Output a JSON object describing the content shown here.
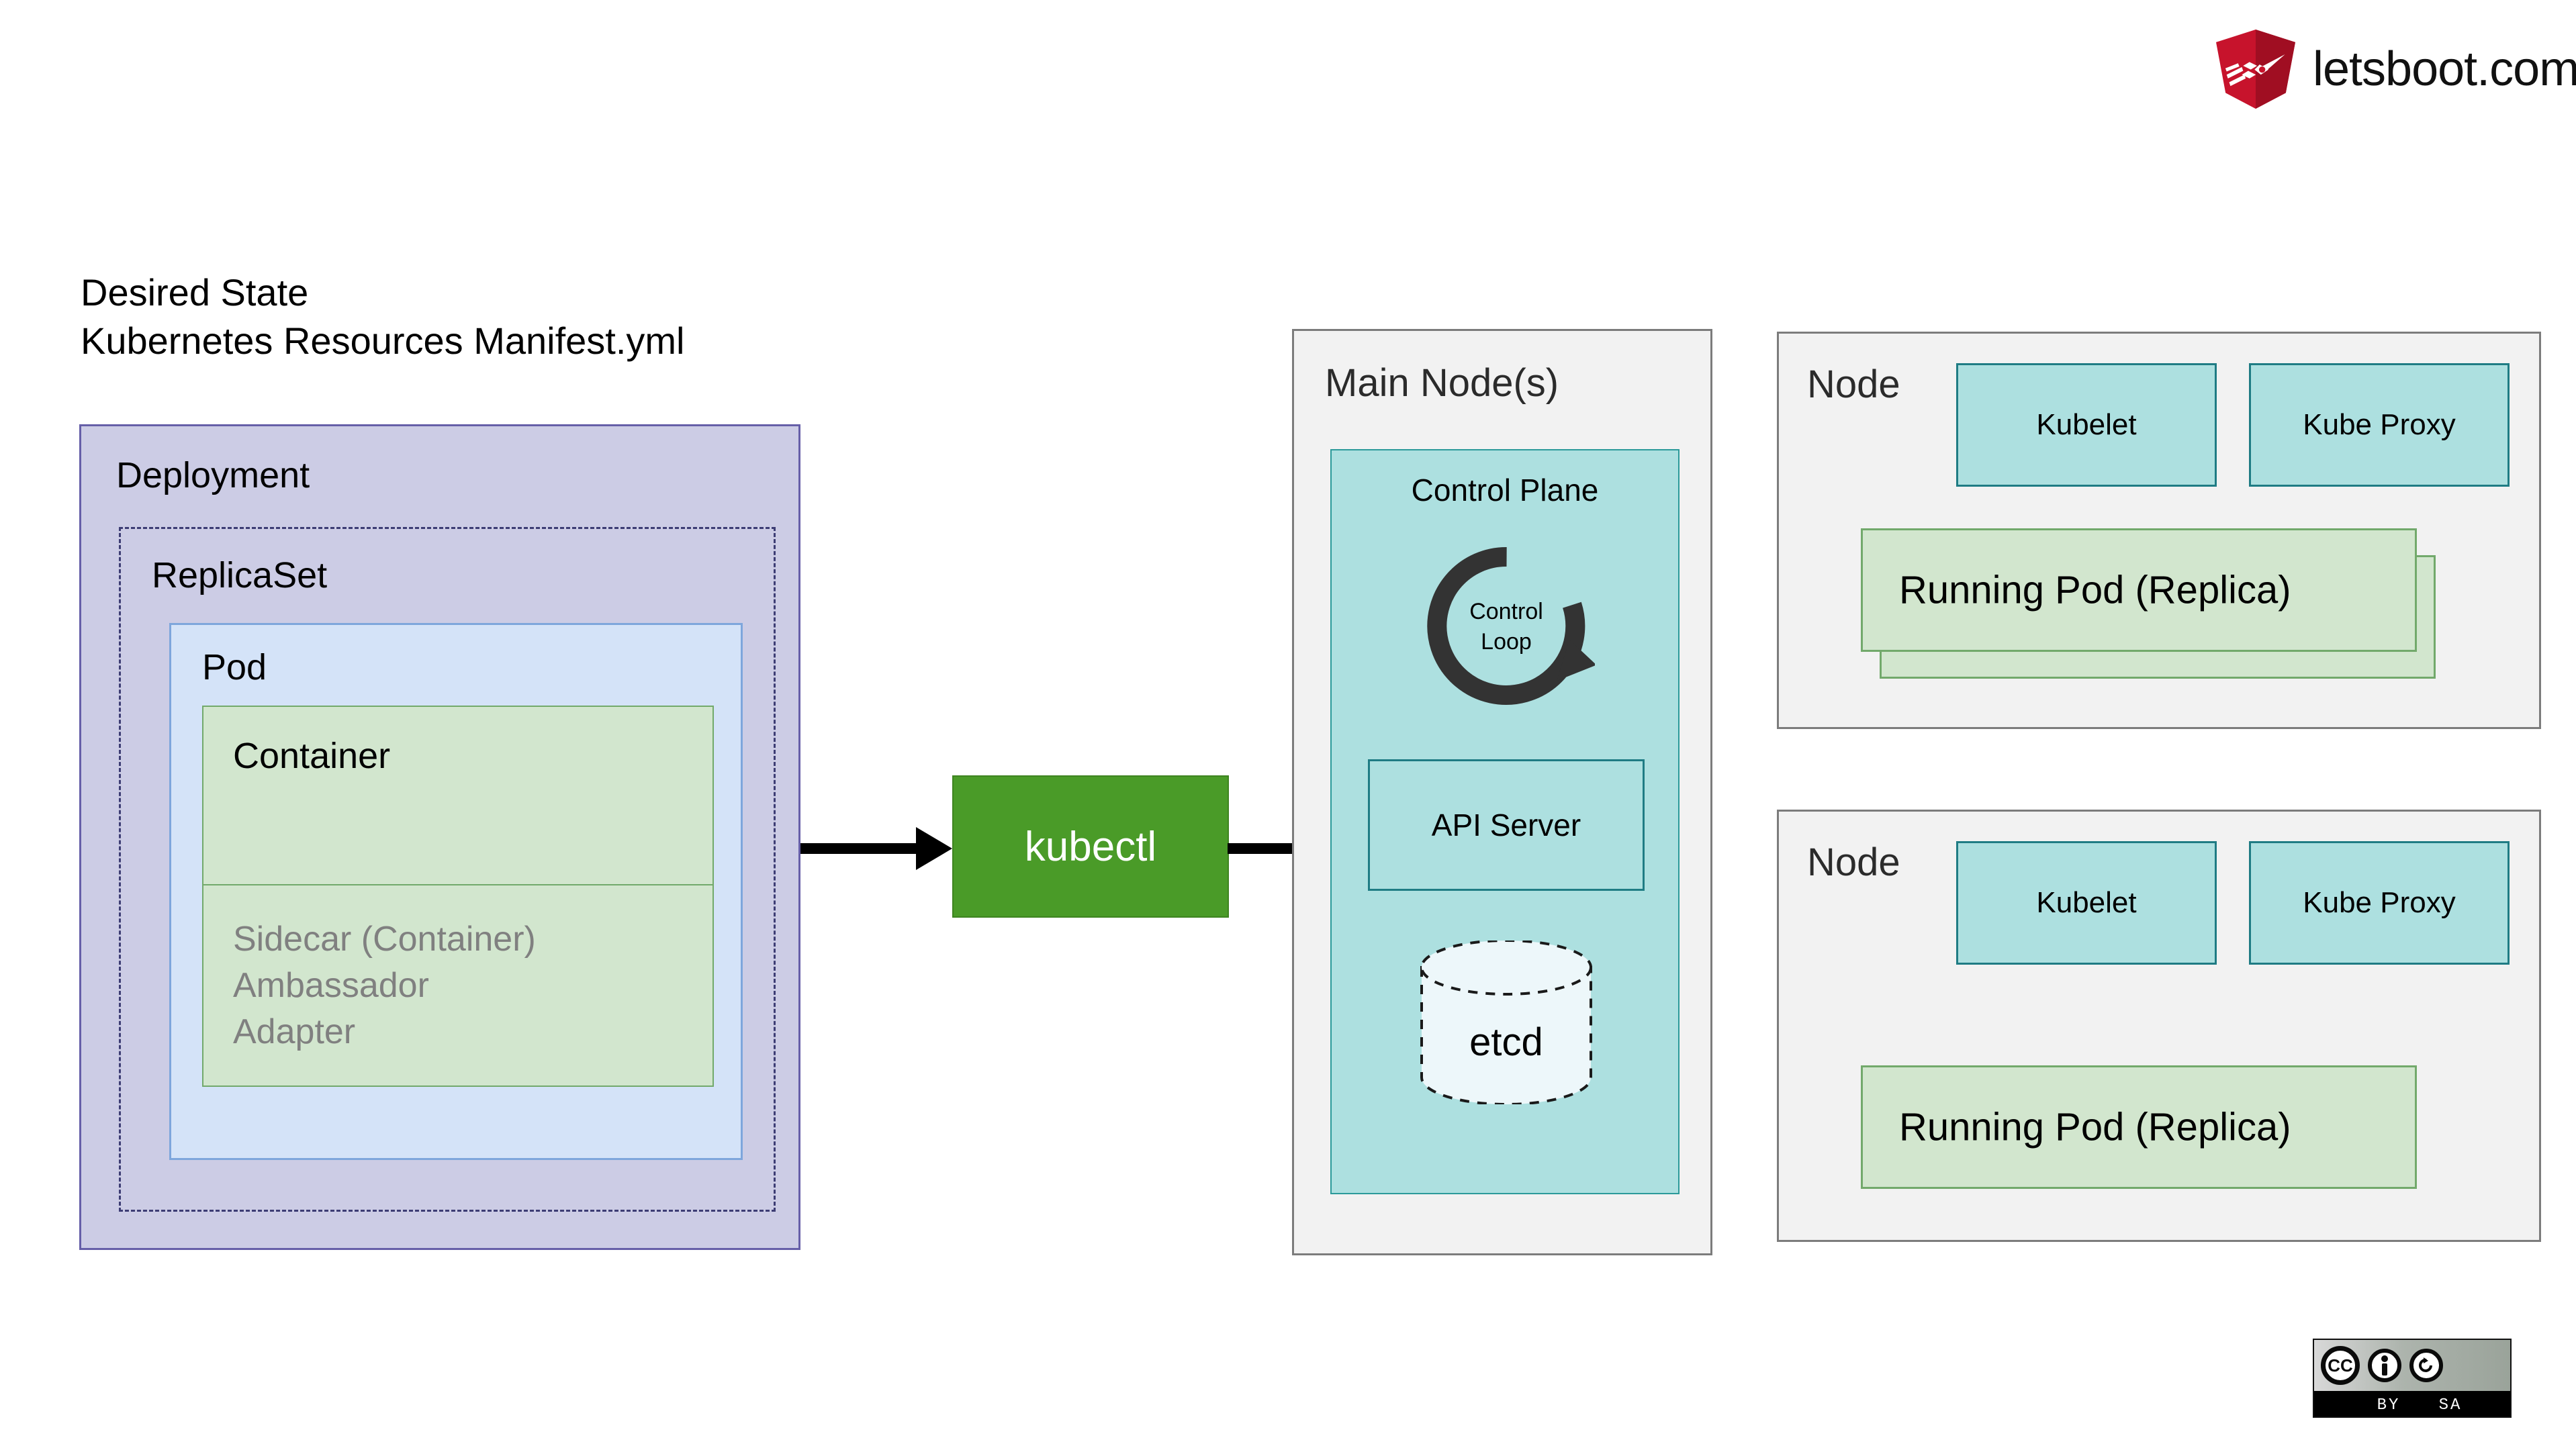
{
  "brand": {
    "name": "letsboot.com",
    "logo_icon": "letsboot-shield-rocket-icon",
    "shield_color": "#C7132C"
  },
  "desired_state": {
    "line1": "Desired State",
    "line2": "Kubernetes Resources Manifest.yml"
  },
  "deployment": {
    "label": "Deployment",
    "fill": "#CCCCE5",
    "border": "#665FA8",
    "replicaset": {
      "label": "ReplicaSet",
      "border_style": "dashed",
      "pod": {
        "label": "Pod",
        "fill": "#D4E3F8",
        "border": "#7EA6DC",
        "containers": [
          {
            "label": "Container",
            "fill": "#D2E6CE",
            "border": "#72A96B",
            "text_color": "#000000"
          },
          {
            "label": "Sidecar (Container)\nAmbassador\nAdapter",
            "lines": [
              "Sidecar (Container)",
              "Ambassador",
              "Adapter"
            ],
            "fill": "#D2E6CE",
            "border": "#72A96B",
            "text_color": "#808080"
          }
        ]
      }
    }
  },
  "kubectl": {
    "label": "kubectl",
    "fill": "#4A9B28",
    "text_color": "#FFFFFF"
  },
  "arrows": [
    {
      "name": "deployment-to-kubectl",
      "from": "Deployment",
      "to": "kubectl",
      "direction": "right"
    },
    {
      "name": "kubectl-to-api-server",
      "from": "kubectl",
      "to": "API Server",
      "direction": "right"
    }
  ],
  "main_node": {
    "label": "Main Node(s)",
    "fill": "#F2F2F2",
    "border": "#7C7C7C",
    "control_plane": {
      "label": "Control Plane",
      "fill": "#ADE0E0",
      "border": "#2C9A9A",
      "control_loop": {
        "line1": "Control",
        "line2": "Loop",
        "icon": "circular-arrow-icon"
      },
      "api_server": {
        "label": "API Server",
        "fill": "#ADE0E0",
        "border": "#1F7C84"
      },
      "etcd": {
        "label": "etcd",
        "shape": "cylinder",
        "fill": "#EDF7FA",
        "border_style": "dashed"
      }
    }
  },
  "worker_nodes": [
    {
      "label": "Node",
      "fill": "#F2F2F2",
      "border": "#7C7C7C",
      "agents": [
        {
          "label": "Kubelet",
          "fill": "#ADE0E0",
          "border": "#1F7C84"
        },
        {
          "label": "Kube Proxy",
          "fill": "#ADE0E0",
          "border": "#1F7C84"
        }
      ],
      "pods": [
        {
          "label": "Running Pod (Replica)",
          "layer": "back",
          "fill": "#D2E6CE",
          "border": "#72A96B"
        },
        {
          "label": "Running Pod (Replica)",
          "layer": "front",
          "fill": "#D2E6CE",
          "border": "#72A96B"
        }
      ]
    },
    {
      "label": "Node",
      "fill": "#F2F2F2",
      "border": "#7C7C7C",
      "agents": [
        {
          "label": "Kubelet",
          "fill": "#ADE0E0",
          "border": "#1F7C84"
        },
        {
          "label": "Kube Proxy",
          "fill": "#ADE0E0",
          "border": "#1F7C84"
        }
      ],
      "pods": [
        {
          "label": "Running Pod (Replica)",
          "layer": "front",
          "fill": "#D2E6CE",
          "border": "#72A96B"
        }
      ]
    }
  ],
  "license_badge": {
    "cc": "CC",
    "by": "BY",
    "sa": "SA",
    "icons": [
      "cc-icon",
      "by-person-icon",
      "sa-share-alike-icon"
    ]
  }
}
